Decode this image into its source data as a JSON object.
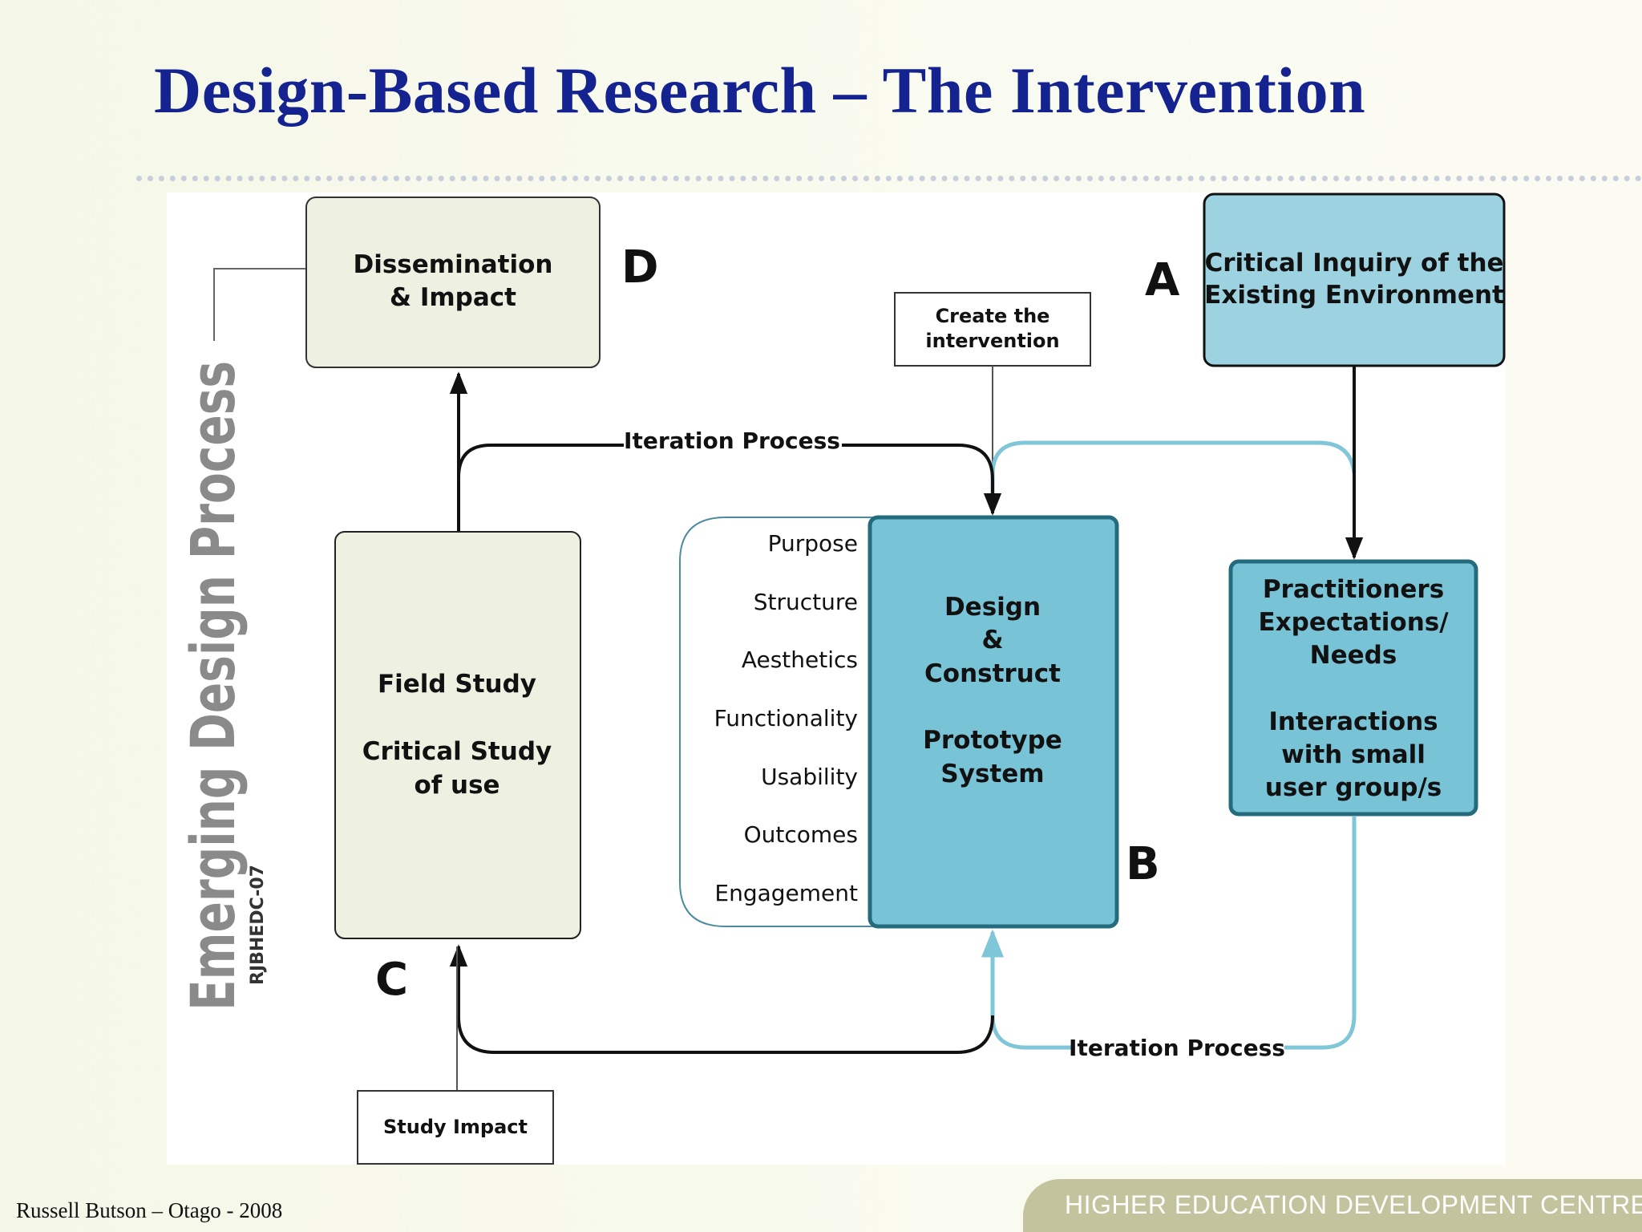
{
  "slide": {
    "title": "Design-Based Research – The Intervention"
  },
  "diagram": {
    "side_title": "Emerging Design Process",
    "side_code": "RJBHEDC-07",
    "box_d": {
      "line1": "Dissemination",
      "line2": "& Impact",
      "letter": "D"
    },
    "box_a": {
      "line1": "Critical Inquiry of the",
      "line2": "Existing Environment",
      "letter": "A"
    },
    "box_create": {
      "line1": "Create the",
      "line2": "intervention"
    },
    "iteration_top": "Iteration Process",
    "iteration_bottom": "Iteration Process",
    "box_c": {
      "line1": "Field Study",
      "line2": "Critical Study",
      "line3": "of use",
      "letter": "C"
    },
    "box_b": {
      "line1": "Design",
      "line2": "&",
      "line3": "Construct",
      "line4": "Prototype",
      "line5": "System",
      "letter": "B"
    },
    "criteria": [
      "Purpose",
      "Structure",
      "Aesthetics",
      "Functionality",
      "Usability",
      "Outcomes",
      "Engagement"
    ],
    "box_practitioners": {
      "line1": "Practitioners",
      "line2": "Expectations/",
      "line3": "Needs",
      "line4": "Interactions",
      "line5": "with small",
      "line6": "user group/s"
    },
    "box_study_impact": "Study Impact"
  },
  "footer": {
    "author": "Russell Butson – Otago - 2008",
    "org": "HIGHER EDUCATION DEVELOPMENT CENTRE"
  },
  "colors": {
    "title": "#14238f",
    "green_box": "#eef1e2",
    "blue_box_light": "#9dd3e0",
    "blue_box": "#79c3d6",
    "blue_line": "#7fc6d8",
    "side_text": "#8a8a8a"
  }
}
